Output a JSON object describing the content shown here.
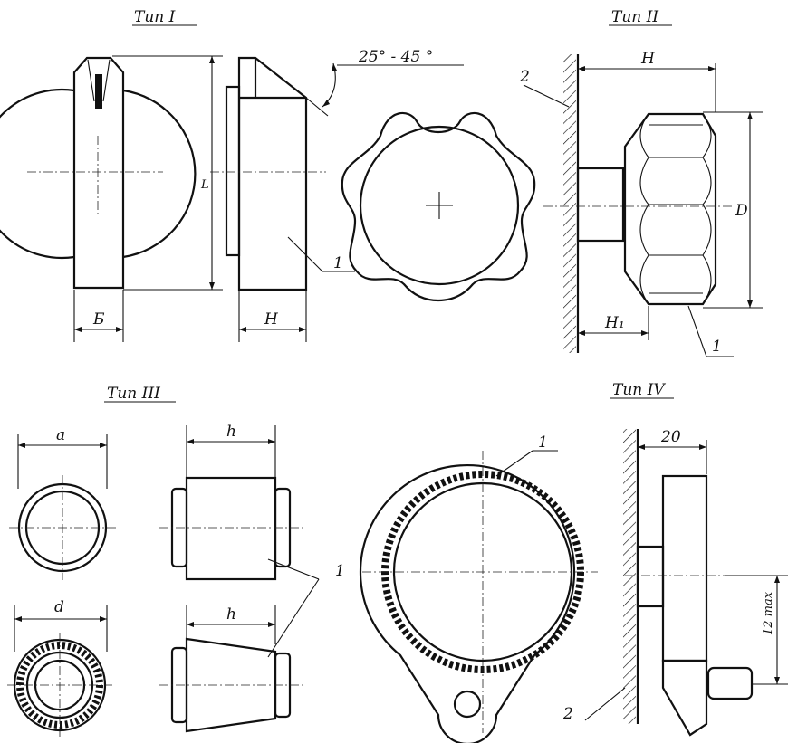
{
  "titles": {
    "type1": "Тип I",
    "type2": "Тип II",
    "type3": "Тип III",
    "type4": "Тип IV"
  },
  "labels": {
    "angle": "25° - 45 °",
    "B": "Б",
    "H": "Н",
    "L": "L",
    "H_top": "Н",
    "D": "D",
    "H1": "Н₁",
    "a": "a",
    "d": "d",
    "h_top": "h",
    "h_bottom": "h",
    "dim20": "20",
    "max12": "12 max",
    "part1": "1",
    "part2": "2"
  }
}
